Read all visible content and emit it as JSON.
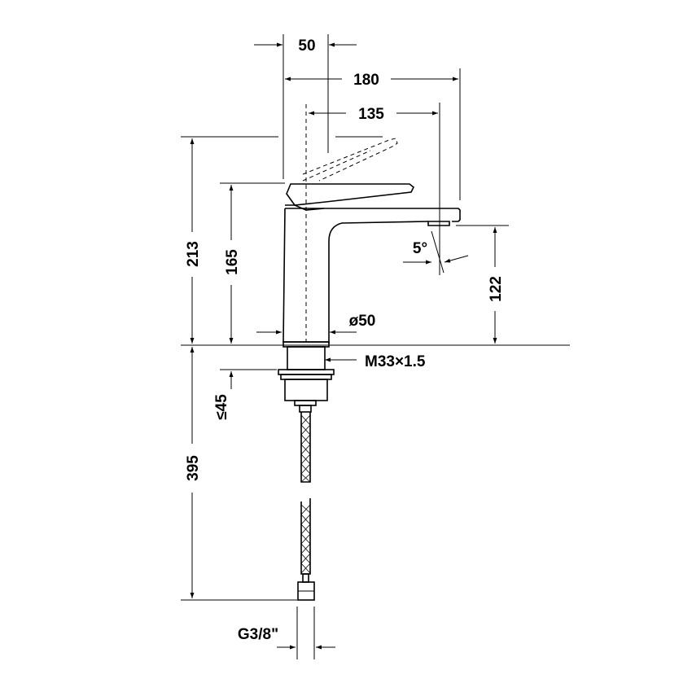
{
  "dimensions": {
    "width_50": "50",
    "width_180": "180",
    "width_135": "135",
    "height_213": "213",
    "height_165": "165",
    "height_122": "122",
    "angle_5": "5°",
    "diameter_50": "ø50",
    "thread": "M33×1.5",
    "max_45": "≤45",
    "hose_395": "395",
    "connection": "G3/8\""
  }
}
